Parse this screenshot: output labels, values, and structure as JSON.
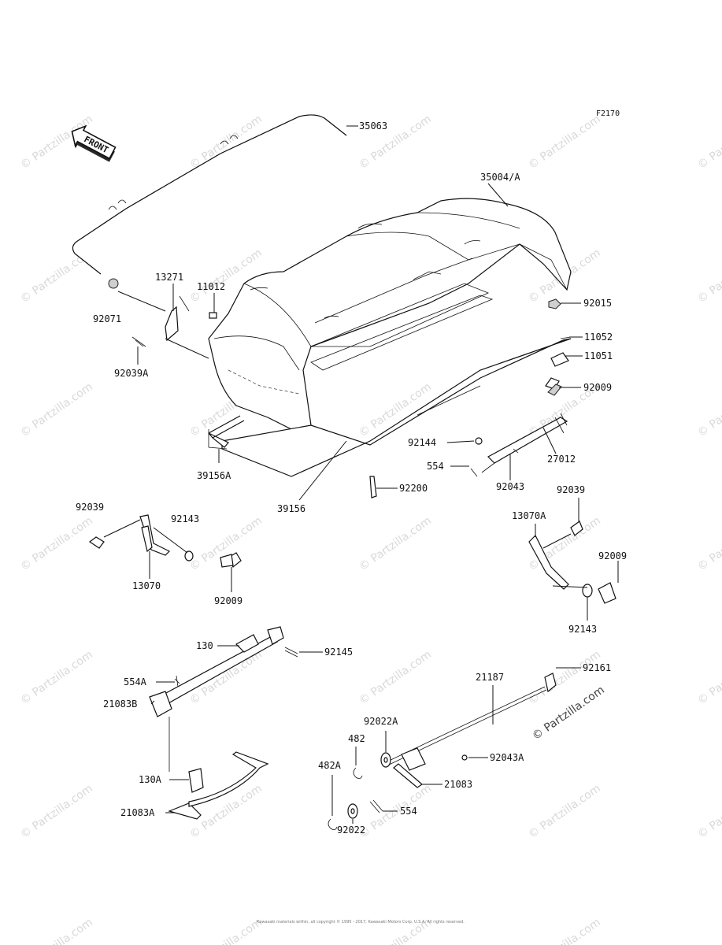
{
  "figure_code": "F2170",
  "front_label": "FRONT",
  "callouts": [
    {
      "id": "35063",
      "text": "35063"
    },
    {
      "id": "35004A",
      "text": "35004/A"
    },
    {
      "id": "13271",
      "text": "13271"
    },
    {
      "id": "11012",
      "text": "11012"
    },
    {
      "id": "92071",
      "text": "92071"
    },
    {
      "id": "92015",
      "text": "92015"
    },
    {
      "id": "11052",
      "text": "11052"
    },
    {
      "id": "11051",
      "text": "11051"
    },
    {
      "id": "92039A",
      "text": "92039A"
    },
    {
      "id": "92009_a",
      "text": "92009"
    },
    {
      "id": "92144",
      "text": "92144"
    },
    {
      "id": "554_a",
      "text": "554"
    },
    {
      "id": "27012",
      "text": "27012"
    },
    {
      "id": "92043",
      "text": "92043"
    },
    {
      "id": "39156A",
      "text": "39156A"
    },
    {
      "id": "92200",
      "text": "92200"
    },
    {
      "id": "39156",
      "text": "39156"
    },
    {
      "id": "92039_a",
      "text": "92039"
    },
    {
      "id": "92143_a",
      "text": "92143"
    },
    {
      "id": "13070",
      "text": "13070"
    },
    {
      "id": "92009_b",
      "text": "92009"
    },
    {
      "id": "92039_b",
      "text": "92039"
    },
    {
      "id": "13070A",
      "text": "13070A"
    },
    {
      "id": "92009_c",
      "text": "92009"
    },
    {
      "id": "92143_b",
      "text": "92143"
    },
    {
      "id": "130",
      "text": "130"
    },
    {
      "id": "92145",
      "text": "92145"
    },
    {
      "id": "554A",
      "text": "554A"
    },
    {
      "id": "21083B",
      "text": "21083B"
    },
    {
      "id": "130A",
      "text": "130A"
    },
    {
      "id": "21083A",
      "text": "21083A"
    },
    {
      "id": "21187",
      "text": "21187"
    },
    {
      "id": "92161",
      "text": "92161"
    },
    {
      "id": "92022A",
      "text": "92022A"
    },
    {
      "id": "482",
      "text": "482"
    },
    {
      "id": "92043A",
      "text": "92043A"
    },
    {
      "id": "482A",
      "text": "482A"
    },
    {
      "id": "21083",
      "text": "21083"
    },
    {
      "id": "554_b",
      "text": "554"
    },
    {
      "id": "92022",
      "text": "92022"
    }
  ],
  "watermark": "© Partzilla.com",
  "copyright": "Kawasaki materials within, all copyright © 1995 - 2017, Kawasaki Motors Corp. U.S.A. All rights reserved."
}
